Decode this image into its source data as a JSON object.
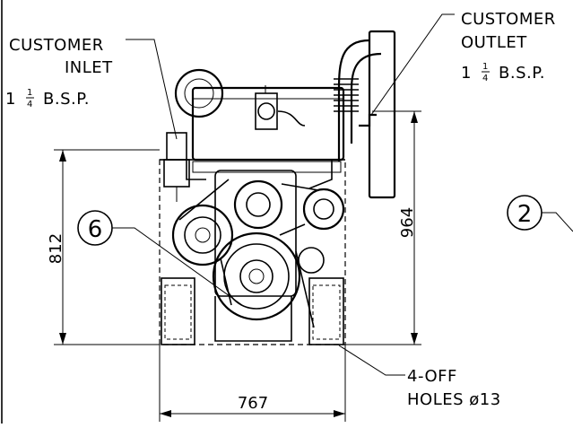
{
  "labels": {
    "customer_inlet_line1": "CUSTOMER",
    "customer_inlet_line2": "INLET",
    "customer_inlet_size_whole": "1",
    "customer_inlet_size_unit": "B.S.P.",
    "customer_outlet_line1": "CUSTOMER",
    "customer_outlet_line2": "OUTLET",
    "customer_outlet_size_whole": "1",
    "customer_outlet_size_unit": "B.S.P.",
    "fraction_num": "1",
    "fraction_den": "4",
    "holes_line1": "4-OFF",
    "holes_line2": "HOLES ø13"
  },
  "dimensions": {
    "height_left": "812",
    "height_right": "964",
    "width_bottom": "767"
  },
  "balloons": {
    "left": "6",
    "right": "2"
  }
}
